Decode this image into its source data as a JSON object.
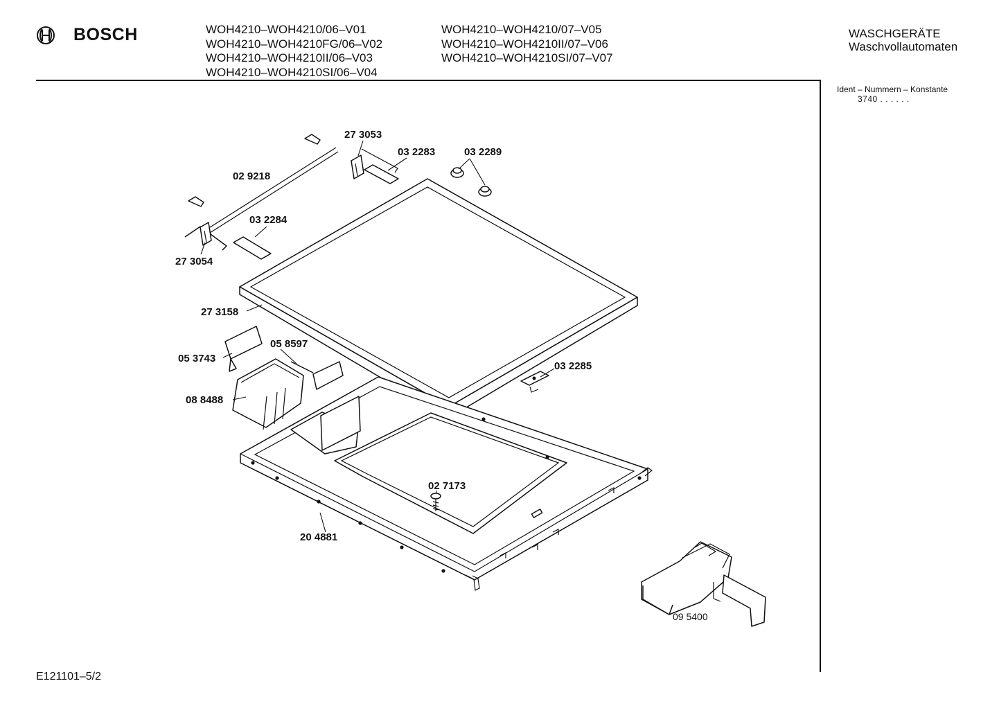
{
  "header": {
    "brand": "BOSCH",
    "models_col1": [
      "WOH4210–WOH4210/06–V01",
      "WOH4210–WOH4210FG/06–V02",
      "WOH4210–WOH4210II/06–V03",
      "WOH4210–WOH4210SI/06–V04"
    ],
    "models_col2": [
      "WOH4210–WOH4210/07–V05",
      "WOH4210–WOH4210II/07–V06",
      "WOH4210–WOH4210SI/07–V07"
    ],
    "category_line1": "WASCHGERÄTE",
    "category_line2": "Waschvollautomaten"
  },
  "ident": {
    "label": "Ident – Nummern – Konstante",
    "value": "3740 . . . . . ."
  },
  "parts": {
    "p273053": "27 3053",
    "p032283": "03 2283",
    "p032289": "03 2289",
    "p029218": "02 9218",
    "p032284": "03 2284",
    "p273054": "27 3054",
    "p273158": "27 3158",
    "p058597": "05 8597",
    "p053743": "05 3743",
    "p088488": "08 8488",
    "p032285": "03 2285",
    "p027173": "02 7173",
    "p204881": "20 4881",
    "p095400": "09 5400"
  },
  "footer": {
    "code": "E121101–5/2"
  }
}
